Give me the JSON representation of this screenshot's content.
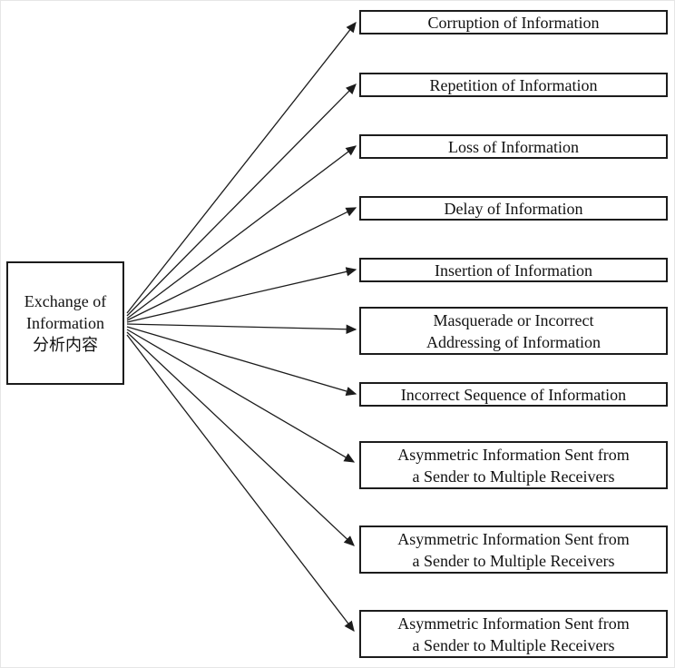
{
  "diagram": {
    "line_color": "#1c1c1c",
    "source": {
      "label": "Exchange of\nInformation\n分析内容"
    },
    "targets": [
      {
        "label": "Corruption of Information"
      },
      {
        "label": "Repetition of Information"
      },
      {
        "label": "Loss of Information"
      },
      {
        "label": "Delay of Information"
      },
      {
        "label": "Insertion of Information"
      },
      {
        "label": "Masquerade or Incorrect\nAddressing of Information"
      },
      {
        "label": "Incorrect Sequence of Information"
      },
      {
        "label": "Asymmetric Information Sent from\na Sender to Multiple Receivers"
      },
      {
        "label": "Asymmetric Information Sent from\na Sender to Multiple Receivers"
      },
      {
        "label": "Asymmetric Information Sent from\na Sender to Multiple Receivers"
      }
    ]
  }
}
